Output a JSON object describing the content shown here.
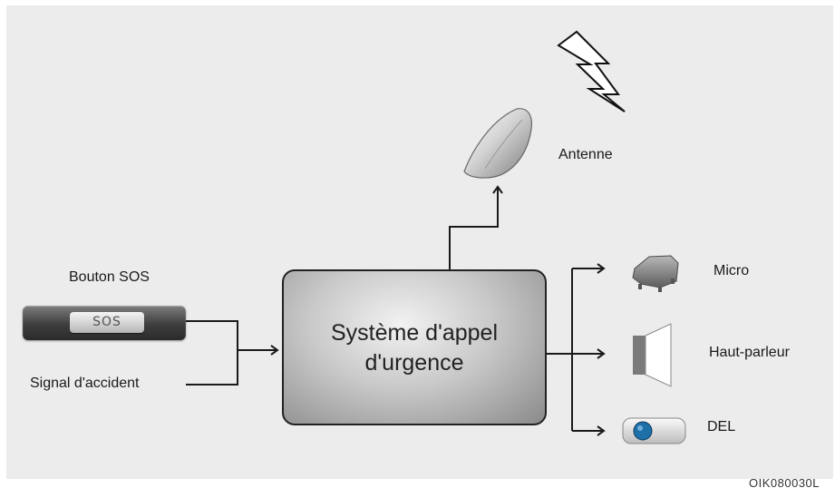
{
  "diagram": {
    "central_system": "Système d'appel\nd'urgence",
    "inputs": {
      "sos_button_label": "Bouton SOS",
      "sos_key_text": "SOS",
      "accident_signal_label": "Signal d'accident"
    },
    "outputs": {
      "antenna_label": "Antenne",
      "microphone_label": "Micro",
      "speaker_label": "Haut-parleur",
      "led_label": "DEL"
    },
    "figure_code": "OIK080030L"
  },
  "colors": {
    "panel_background": "#ececec",
    "line": "#1a1a1a",
    "led_blue": "#1f6fa8"
  },
  "icons": [
    "lightning-bolt-icon",
    "antenna-icon",
    "microphone-icon",
    "speaker-icon",
    "led-icon",
    "sos-button-icon"
  ]
}
